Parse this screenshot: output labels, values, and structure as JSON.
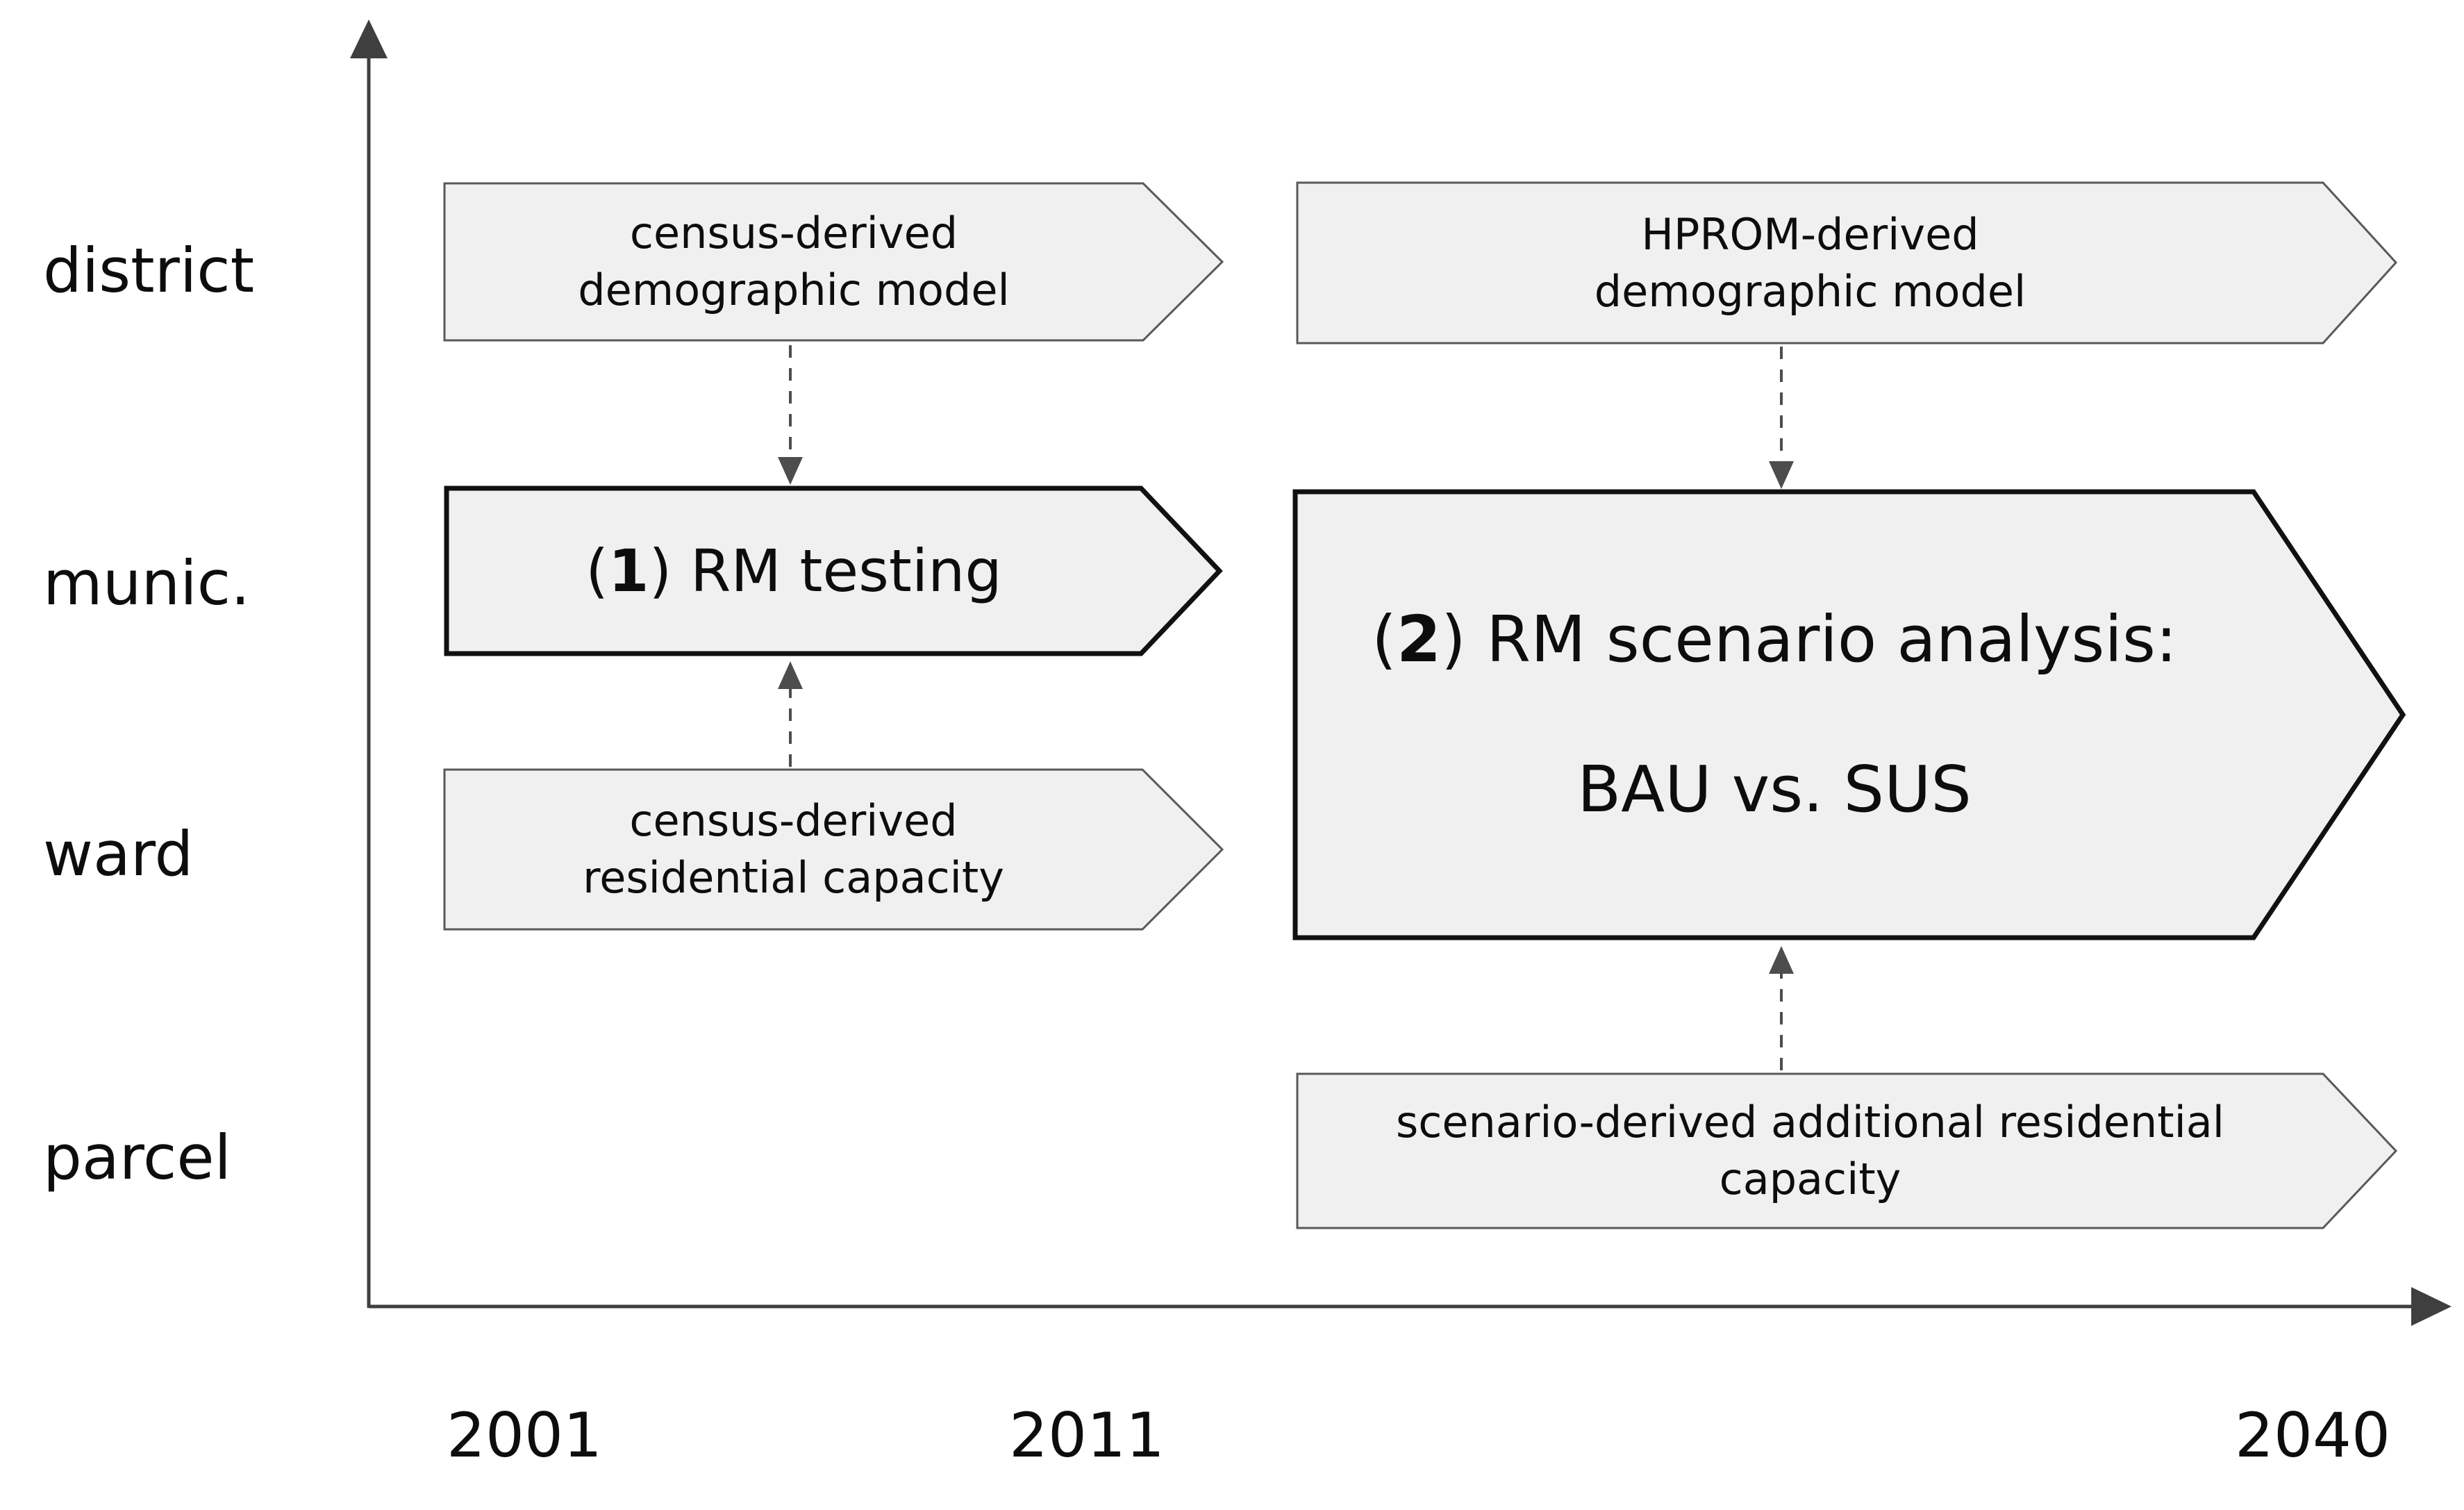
{
  "figure": {
    "colors": {
      "background": "#ffffff",
      "box_fill": "#f0f0f0",
      "thin_border": "#595959",
      "thick_border": "#111111",
      "axis": "#3f3f3f",
      "connector": "#4d4d4d",
      "text": "#0d0d0d"
    },
    "y_axis": {
      "labels": [
        "district",
        "munic.",
        "ward",
        "parcel"
      ]
    },
    "x_axis": {
      "labels": [
        "2001",
        "2011",
        "2040"
      ]
    },
    "boxes": {
      "census_demographic": {
        "line1": "census-derived",
        "line2": "demographic model"
      },
      "hprom_demographic": {
        "line1": "HPROM-derived",
        "line2": "demographic model"
      },
      "rm_testing": {
        "open": "(",
        "number": "1",
        "rest": ") RM testing"
      },
      "rm_scenario": {
        "open": "(",
        "number": "2",
        "rest": ") RM scenario analysis:",
        "line2": "BAU vs. SUS"
      },
      "census_capacity": {
        "line1": "census-derived",
        "line2": "residential capacity"
      },
      "scenario_capacity": {
        "line1": "scenario-derived additional residential",
        "line2": "capacity"
      }
    }
  }
}
